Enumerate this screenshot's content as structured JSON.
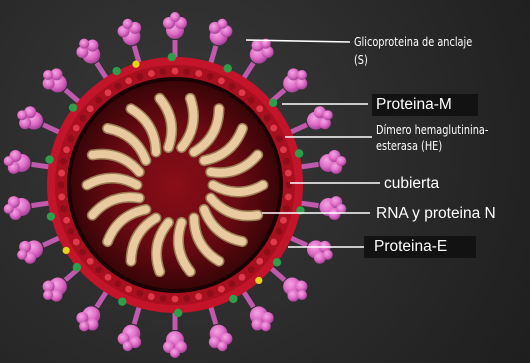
{
  "labels": {
    "s_protein_line1": "Glicoproteina de anclaje",
    "s_protein_line2": "(S)",
    "m_protein": "Proteina-M",
    "he_line1": "Dímero hemaglutinina-",
    "he_line2": "esterasa (HE)",
    "envelope": "cubierta",
    "rna": "RNA y proteina N",
    "e_protein": "Proteina-E"
  },
  "colors": {
    "spike": "#e070c8",
    "envelope_outer": "#c4142a",
    "envelope_inner": "#6e0812",
    "helix": "#e8c9a0",
    "m_protein": "#2e9e4a",
    "e_protein": "#e8d21a",
    "leader_line": "#ffffff"
  }
}
